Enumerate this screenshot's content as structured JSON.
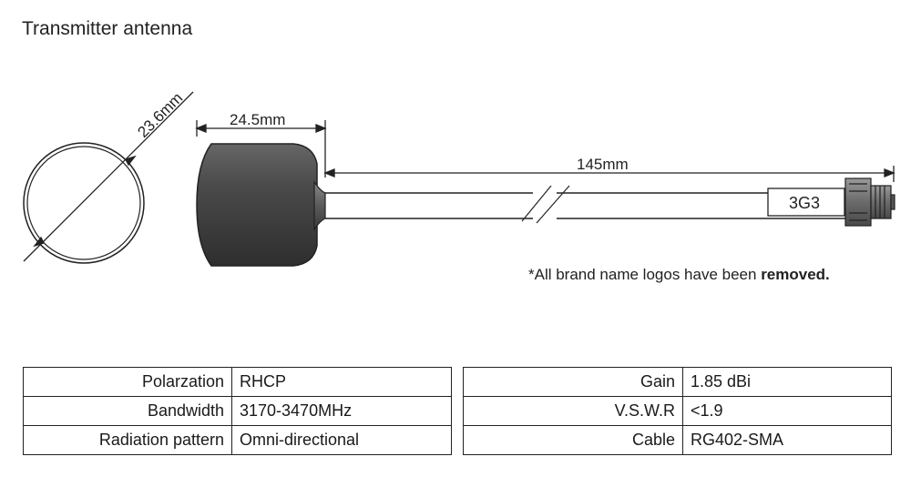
{
  "title": "Transmitter antenna",
  "dimensions": {
    "diameter": "23.6mm",
    "length": "24.5mm",
    "cable_length": "145mm"
  },
  "cable_tag": "3G3",
  "note": {
    "text": "*All brand name logos have been ",
    "emphasis": "removed."
  },
  "specs_left": [
    {
      "label": "Polarzation",
      "value": "RHCP"
    },
    {
      "label": "Bandwidth",
      "value": "3170-3470MHz"
    },
    {
      "label": "Radiation pattern",
      "value": "Omni-directional"
    }
  ],
  "specs_right": [
    {
      "label": "Gain",
      "value": "1.85 dBi"
    },
    {
      "label": "V.S.W.R",
      "value": "<1.9"
    },
    {
      "label": "Cable",
      "value": "RG402-SMA"
    }
  ]
}
